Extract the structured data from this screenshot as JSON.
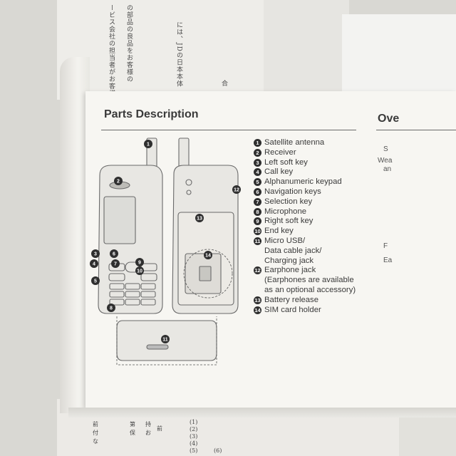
{
  "background": {
    "jp_lines": [
      "ービス会社の担当者がお客様の",
      "の部品の良品をお客様の",
      "には、JDの日本本体",
      "合"
    ],
    "bottom_marks": [
      "(1)",
      "(2)",
      "(3)",
      "(4)",
      "(5)",
      "(6)"
    ],
    "bottom_jp": [
      "前",
      "付",
      "な",
      "第",
      "保",
      "持",
      "お",
      "前"
    ]
  },
  "page": {
    "title": "Parts Description",
    "right_title": "Ove",
    "right_fragments": [
      "S",
      "Wea",
      "an",
      "F",
      "Ea"
    ]
  },
  "callouts": [
    "1",
    "2",
    "3",
    "4",
    "5",
    "6",
    "7",
    "8",
    "9",
    "10",
    "11",
    "12",
    "13",
    "14"
  ],
  "parts": [
    {
      "num": "1",
      "label": "Satellite antenna"
    },
    {
      "num": "2",
      "label": "Receiver"
    },
    {
      "num": "3",
      "label": "Left soft key"
    },
    {
      "num": "4",
      "label": "Call key"
    },
    {
      "num": "5",
      "label": "Alphanumeric keypad"
    },
    {
      "num": "6",
      "label": "Navigation keys"
    },
    {
      "num": "7",
      "label": "Selection key"
    },
    {
      "num": "8",
      "label": "Microphone"
    },
    {
      "num": "9",
      "label": "Right soft key"
    },
    {
      "num": "10",
      "label": "End key"
    },
    {
      "num": "11",
      "label": "Micro USB/",
      "more": [
        "Data cable jack/",
        "Charging jack"
      ]
    },
    {
      "num": "12",
      "label": "Earphone jack",
      "more": [
        "(Earphones are available",
        "as an optional accessory)"
      ]
    },
    {
      "num": "13",
      "label": "Battery release"
    },
    {
      "num": "14",
      "label": "SIM card holder"
    }
  ]
}
